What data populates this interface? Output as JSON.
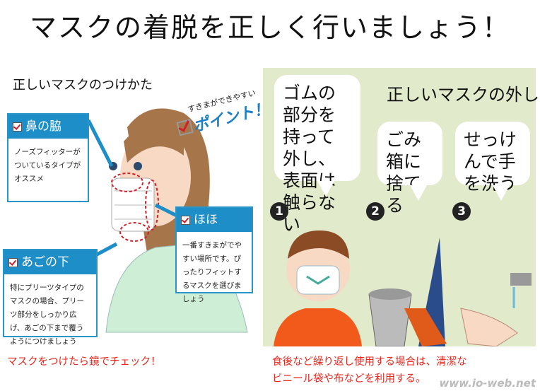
{
  "title": "マスクの着脱を正しく行いましょう！",
  "left": {
    "subtitle": "正しいマスクのつけかた",
    "point_small": "すきまができやすい",
    "point_big": "ポイント！",
    "boxes": [
      {
        "heading": "鼻の脇",
        "body": "ノーズフィッターがついているタイプがオススメ"
      },
      {
        "heading": "ほほ",
        "body": "一番すきまがでやすい場所です。ぴったりフィットするマスクを選びましょう"
      },
      {
        "heading": "あごの下",
        "body": "特にプリーツタイプのマスクの場合、プリーツ部分をしっかり広げ、あごの下まで覆うようにつけましょう"
      }
    ],
    "note": "マスクをつけたら鏡でチェック！"
  },
  "right": {
    "title": "正しいマスクの外し方",
    "steps": [
      {
        "num": "1",
        "text": "ゴムの部分を持って外し、表面は触らない"
      },
      {
        "num": "2",
        "text": "ごみ箱に捨てる"
      },
      {
        "num": "3",
        "text": "せっけんで手を洗う"
      }
    ],
    "note_line1": "食後など繰り返し使用する場合は、清潔な",
    "note_line2": "ビニール袋や布などを利用する。"
  },
  "watermark": "www.io-web.net",
  "colors": {
    "accent_blue": "#1d8ec8",
    "note_red": "#e8261e",
    "panel_green": "#e1eacb"
  }
}
